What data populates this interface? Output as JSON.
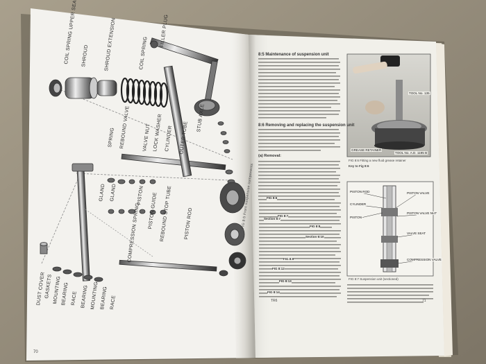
{
  "left_page": {
    "page_number": "70",
    "part_labels": [
      "COIL SPRING UPPER SEAT",
      "SHROUD",
      "SHROUD EXTENSION",
      "COIL SPRING",
      "FILLER PLUG",
      "SPRING",
      "REBOUND VALVE",
      "VALVE NUT",
      "LOCK WASHER",
      "CYLINDER",
      "OUTER TUBE",
      "STUB AXLE",
      "GLAND",
      "GLAND",
      "PISTON",
      "REBOUND STOP TUBE",
      "PISTON ROD",
      "COMPRESSION SPRING",
      "PISTON GUIDE",
      "DUST COVER",
      "GASKETS",
      "MOUNTING",
      "BEARING",
      "RACE",
      "BEARING",
      "MOUNTING",
      "BEARING",
      "RACE"
    ],
    "figure_caption": "FIG 8:5  Front suspension components"
  },
  "right_page": {
    "page_number": "71",
    "footer_left": "TR6",
    "section_heading_1": "8:5  Maintenance of suspension unit",
    "section_heading_2": "8:6  Removing and replacing the suspension unit",
    "subheading_removal": "(a) Removal:",
    "refs": [
      "FIG 8:6",
      "FIG 8:7",
      "FIG 8:8",
      "FIG 8:9",
      "Section 8:7",
      "Section 8:10",
      "FIG 8:12",
      "FIG 8:13",
      "FIG 8:14"
    ],
    "photo_labels": [
      "TOOL No. 135",
      "GREASE RETAINER",
      "TOOL No. A.D. 1195 B"
    ],
    "fig6_caption": "FIG 8:6  Fitting a new fluid grease retainer",
    "fig6_key": "Key to Fig 8:6",
    "fig7_labels": [
      "PISTON ROD",
      "CYLINDER",
      "PISTON",
      "PISTON VALVE",
      "PISTON VALVE NUT",
      "VALVE SEAT",
      "COMPRESSION VALVE"
    ],
    "fig7_caption": "FIG 8:7  Suspension unit (sectioned)"
  }
}
